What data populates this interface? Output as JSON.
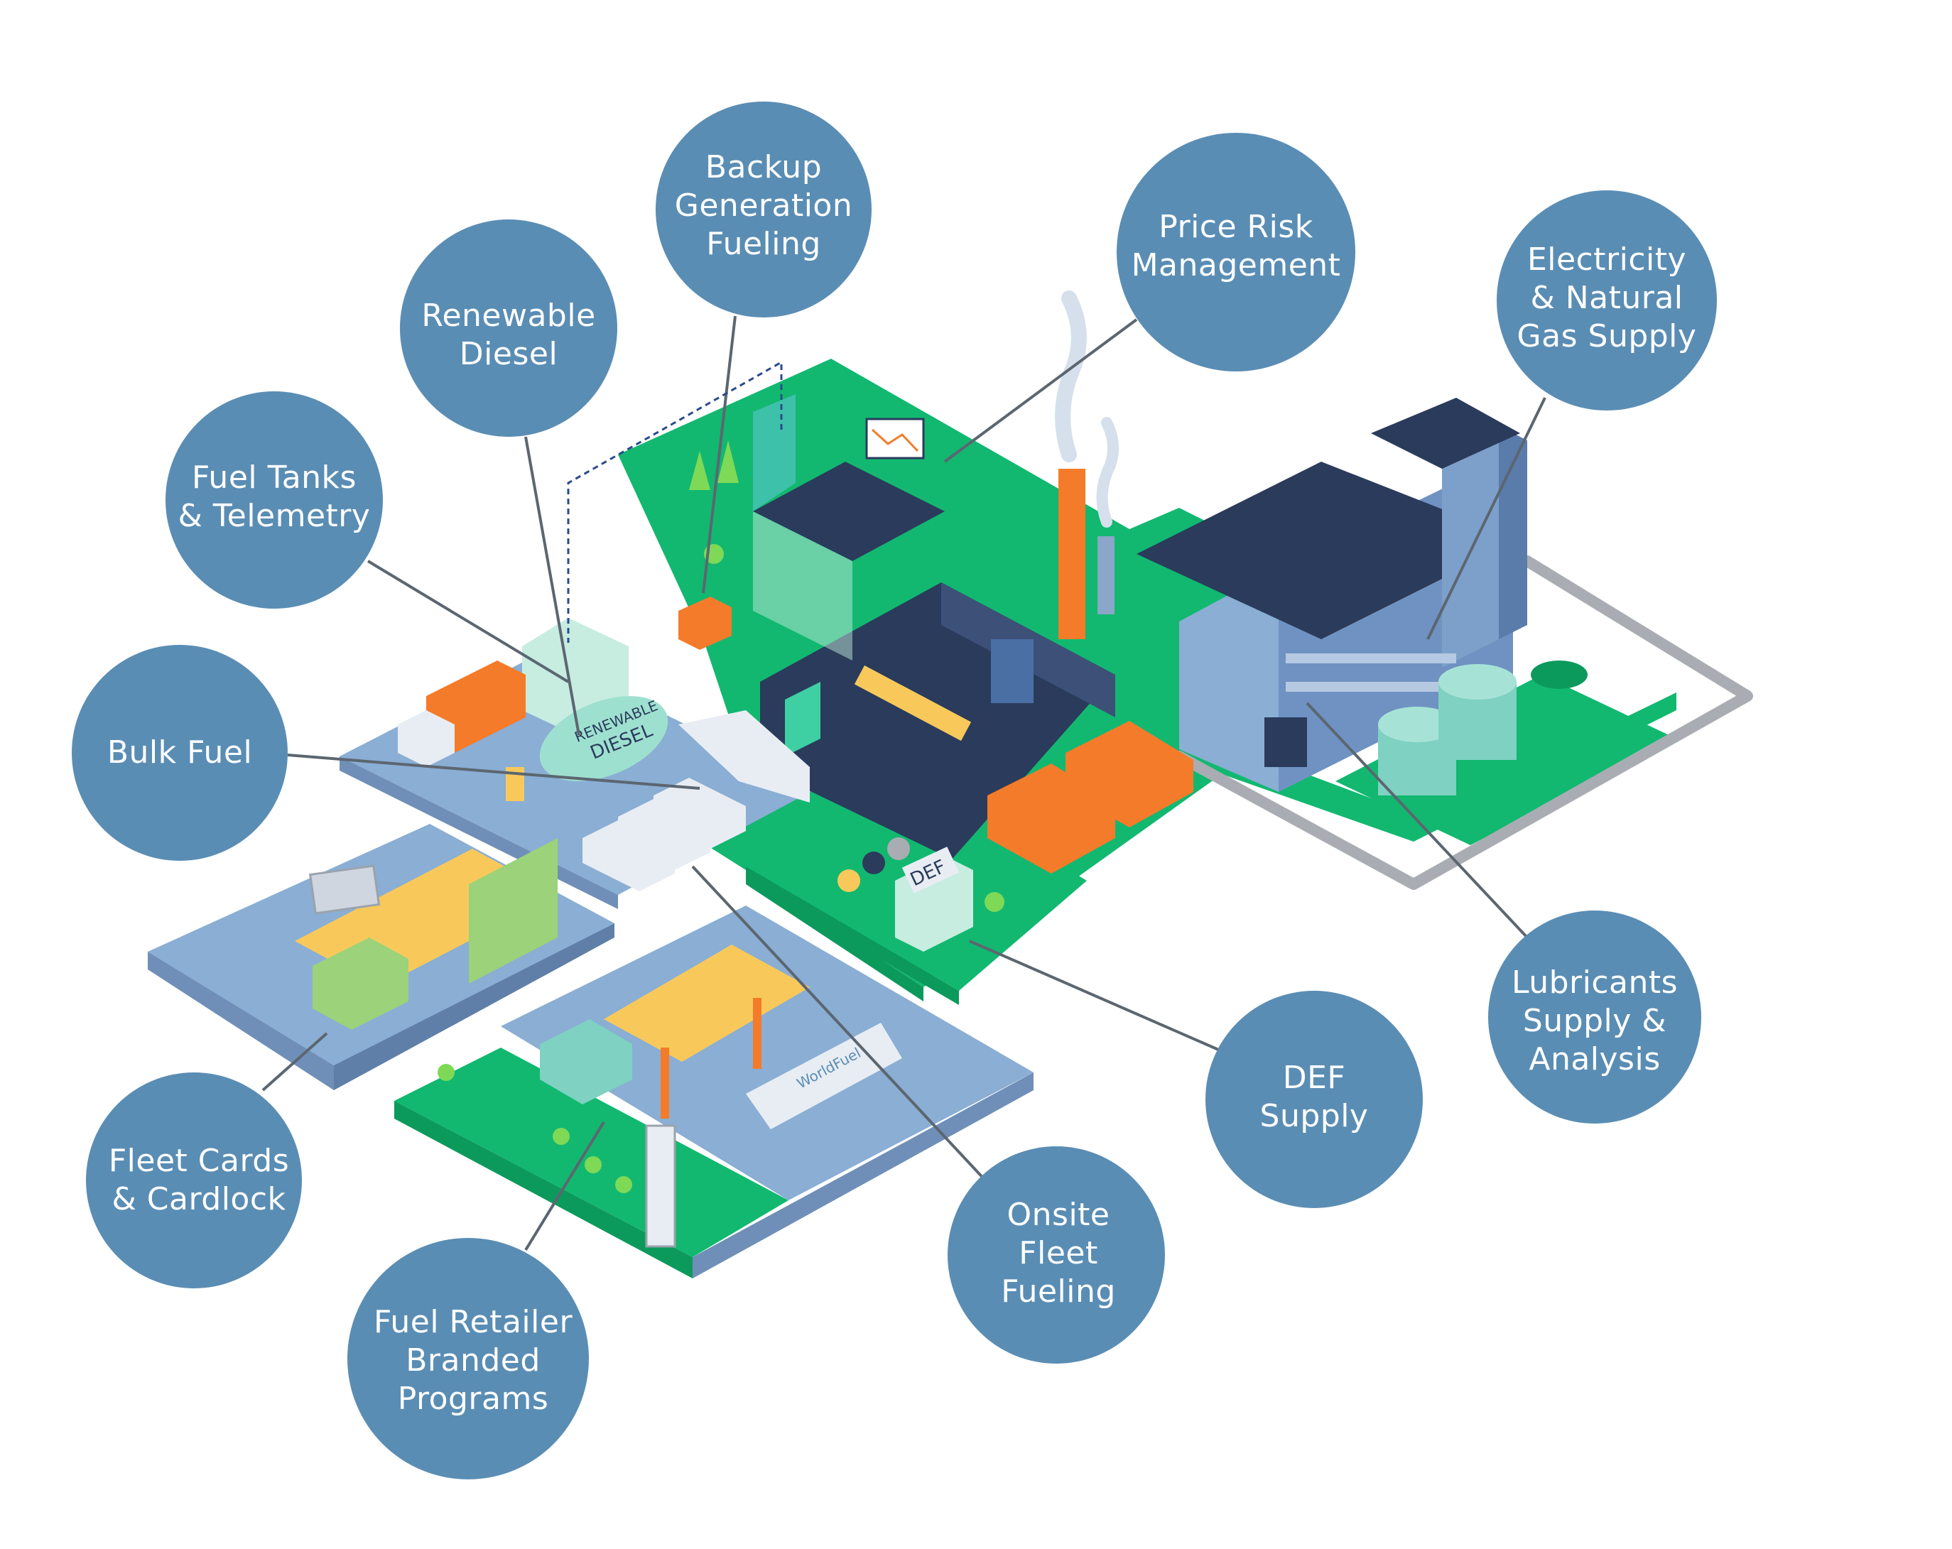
{
  "colors": {
    "bubble": "#5a8db4",
    "green": "#12b870",
    "green_dark": "#0c9a5c",
    "pad": "#8aaed4",
    "pad_dark": "#6f8fb8",
    "navy": "#2a3b5c",
    "orange": "#f47b2a",
    "yellow": "#f8c95a",
    "teal": "#7fd1c2",
    "connector": "#5c6670"
  },
  "bubbles": [
    {
      "id": "backup",
      "lines": [
        "Backup",
        "Generation",
        "Fueling"
      ]
    },
    {
      "id": "price",
      "lines": [
        "Price Risk",
        "Management"
      ]
    },
    {
      "id": "electricity",
      "lines": [
        "Electricity",
        "& Natural",
        "Gas Supply"
      ]
    },
    {
      "id": "renewable",
      "lines": [
        "Renewable",
        "Diesel"
      ]
    },
    {
      "id": "tanks",
      "lines": [
        "Fuel Tanks",
        "& Telemetry"
      ]
    },
    {
      "id": "bulk",
      "lines": [
        "Bulk Fuel"
      ]
    },
    {
      "id": "fleetcards",
      "lines": [
        "Fleet Cards",
        "& Cardlock"
      ]
    },
    {
      "id": "retailer",
      "lines": [
        "Fuel Retailer",
        "Branded",
        "Programs"
      ]
    },
    {
      "id": "onsite",
      "lines": [
        "Onsite",
        "Fleet",
        "Fueling"
      ]
    },
    {
      "id": "def",
      "lines": [
        "DEF",
        "Supply"
      ]
    },
    {
      "id": "lubricants",
      "lines": [
        "Lubricants",
        "Supply &",
        "Analysis"
      ]
    }
  ],
  "scene_labels": {
    "renewable_tank_line1": "RENEWABLE",
    "renewable_tank_line2": "DIESEL",
    "def_box": "DEF",
    "tanker_brand": "WorldFuel"
  }
}
